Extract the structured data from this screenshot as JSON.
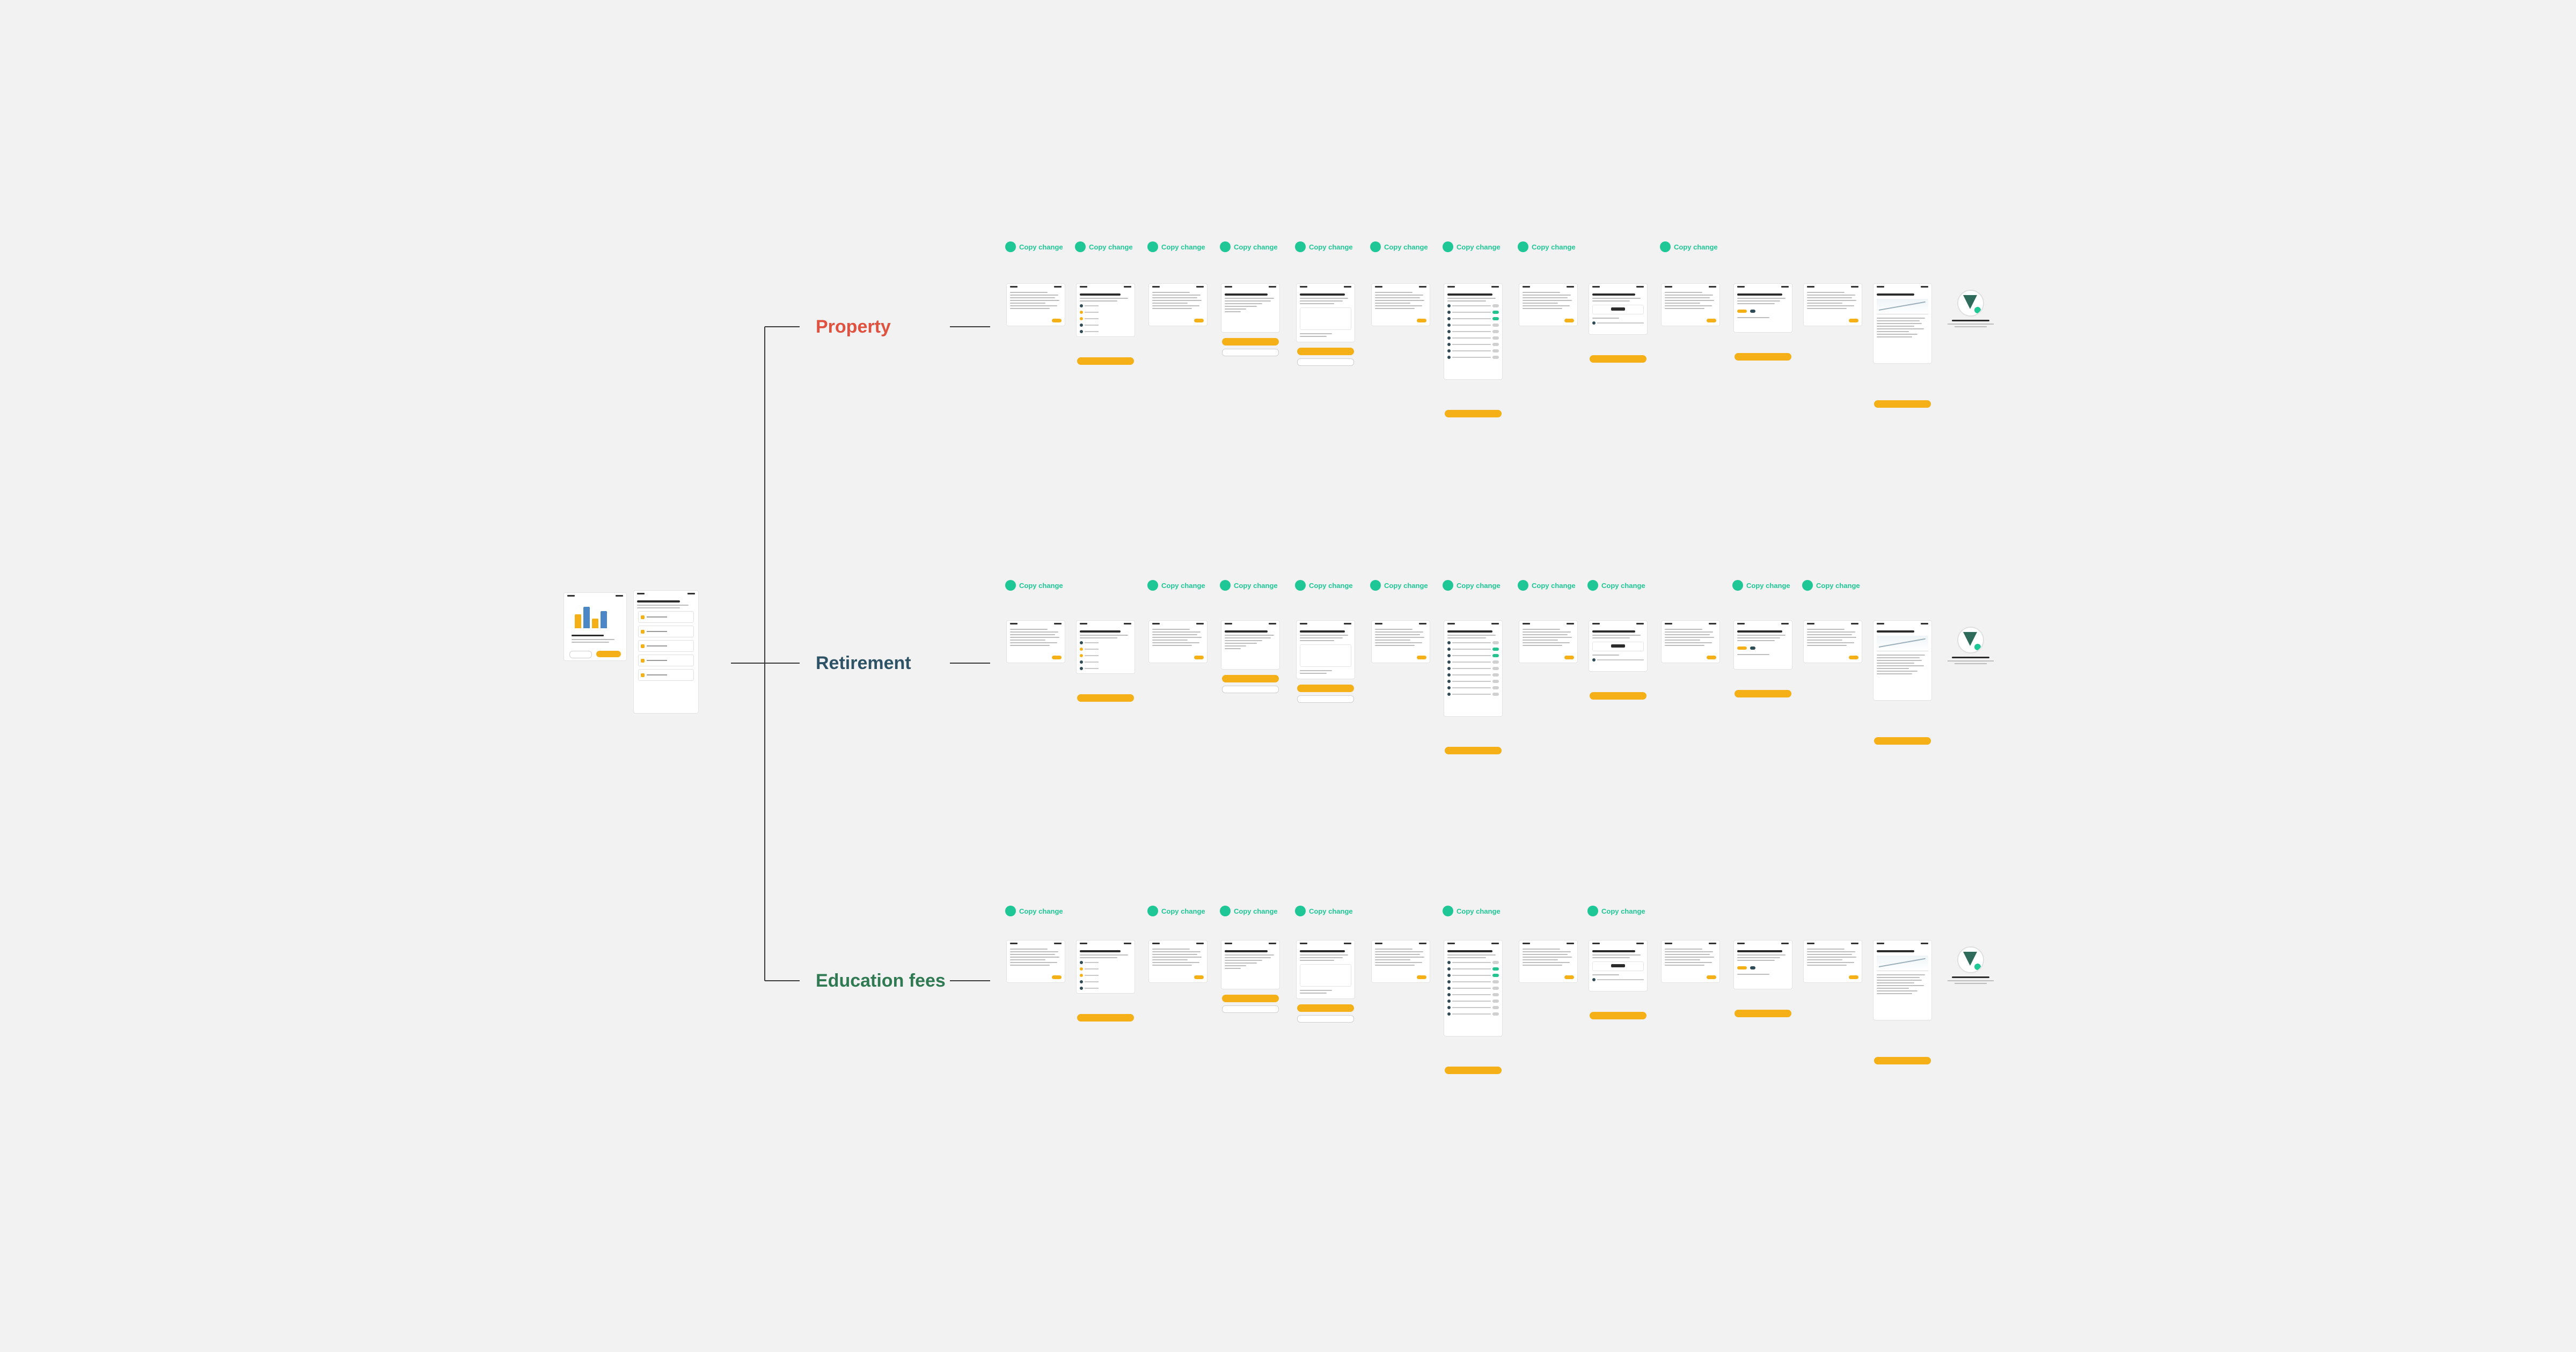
{
  "branches": {
    "property": {
      "label": "Property",
      "color": "#e0523f"
    },
    "retirement": {
      "label": "Retirement",
      "color": "#2e5266"
    },
    "education": {
      "label": "Education fees",
      "color": "#2f7a52"
    }
  },
  "annotations": {
    "copy_change_label": "Copy change",
    "copy_change_color": "#1ec795"
  },
  "colors": {
    "background": "#f2f2f2",
    "connector": "#3a3a3a",
    "primary_button": "#f5b018",
    "accent_green": "#1ec795"
  }
}
